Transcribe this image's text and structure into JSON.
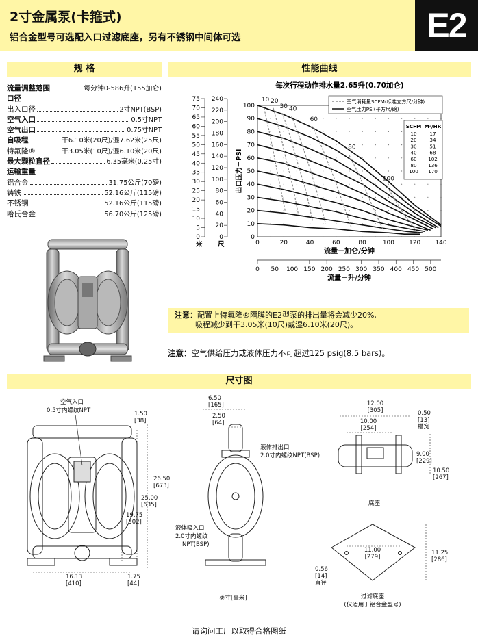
{
  "header": {
    "title": "2寸金属泵(卡箍式)",
    "subtitle": "铝合金型号可选配入口过滤底座，另有不锈钢中间体可选",
    "badge": "E2"
  },
  "sections": {
    "specs": "规 格",
    "performance": "性能曲线",
    "dimensions": "尺寸图"
  },
  "specs": {
    "rows": [
      {
        "label": "流量调整范围",
        "value": "每分钟0-586升(155加仑)",
        "bold": true
      },
      {
        "label": "口径",
        "value": "",
        "bold": true,
        "heading": true
      },
      {
        "label": "出入口径",
        "value": "2寸NPT(BSP)",
        "bold": false
      },
      {
        "label": "空气入口",
        "value": "0.5寸NPT",
        "bold": true
      },
      {
        "label": "空气出口",
        "value": "0.75寸NPT",
        "bold": true
      },
      {
        "label": "自吸程",
        "value": "干6.10米(20尺)/湿7.62米(25尺)",
        "bold": true
      },
      {
        "label": "特氟隆®",
        "value": "干3.05米(10尺)/湿6.10米(20尺)",
        "bold": false
      },
      {
        "label": "最大颗粒直径",
        "value": "6.35毫米(0.25寸)",
        "bold": true
      },
      {
        "label": "运输重量",
        "value": "",
        "bold": true,
        "heading": true
      },
      {
        "label": "铝合金",
        "value": "31.75公斤(70磅)",
        "bold": false
      },
      {
        "label": "铸铁",
        "value": "52.16公斤(115磅)",
        "bold": false
      },
      {
        "label": "不锈钢",
        "value": "52.16公斤(115磅)",
        "bold": false
      },
      {
        "label": "哈氏合金",
        "value": "56.70公斤(125磅)",
        "bold": false
      }
    ]
  },
  "chart_data": {
    "type": "line",
    "title": "每次行程动作排水量2.65升(0.70加仑)",
    "xlabel": "流量－加仑/分钟",
    "x2label": "流量－升/分钟",
    "ylabel": "出口压力－PSI",
    "y_left_units_label": "米",
    "y_mid_units_label": "尺",
    "xlim": [
      0,
      140
    ],
    "ylim": [
      0,
      100
    ],
    "x_ticks": [
      0,
      20,
      40,
      60,
      80,
      100,
      120,
      140
    ],
    "y_ticks": [
      0,
      10,
      20,
      30,
      40,
      50,
      60,
      70,
      80,
      90,
      100
    ],
    "x2_ticks": [
      0,
      50,
      100,
      150,
      200,
      250,
      300,
      350,
      400,
      450,
      500
    ],
    "y_meter_ticks": [
      0,
      5,
      10,
      15,
      20,
      25,
      30,
      35,
      40,
      45,
      50,
      55,
      60,
      65,
      70,
      75
    ],
    "y_feet_ticks": [
      0,
      20,
      40,
      60,
      80,
      100,
      120,
      140,
      160,
      180,
      200,
      220,
      240
    ],
    "legend": {
      "air_consumption": "空气消耗量SCFM(标准立方尺/分钟)",
      "air_pressure": "空气压力PSI(平方尺/磅)"
    },
    "scfm_table": {
      "headers": [
        "SCFM",
        "M³/HR"
      ],
      "rows": [
        [
          "10",
          "17"
        ],
        [
          "20",
          "34"
        ],
        [
          "30",
          "51"
        ],
        [
          "40",
          "68"
        ],
        [
          "60",
          "102"
        ],
        [
          "80",
          "136"
        ],
        [
          "100",
          "170"
        ]
      ]
    },
    "scfm_labels": [
      {
        "text": "10",
        "x": 6,
        "y": 102
      },
      {
        "text": "20",
        "x": 13,
        "y": 101
      },
      {
        "text": "30",
        "x": 20,
        "y": 97
      },
      {
        "text": "40",
        "x": 27,
        "y": 95
      },
      {
        "text": "60",
        "x": 43,
        "y": 87
      },
      {
        "text": "80",
        "x": 72,
        "y": 66
      },
      {
        "text": "100",
        "x": 100,
        "y": 42
      }
    ],
    "pressure_series": [
      {
        "x": [
          0,
          20,
          40,
          60,
          80,
          100,
          120,
          140
        ],
        "y": [
          100,
          93,
          84,
          73,
          59,
          42,
          24,
          9
        ]
      },
      {
        "x": [
          0,
          20,
          40,
          60,
          80,
          100,
          120,
          140
        ],
        "y": [
          90,
          84,
          76,
          66,
          53,
          37,
          21,
          8
        ]
      },
      {
        "x": [
          0,
          20,
          40,
          60,
          80,
          100,
          120,
          138
        ],
        "y": [
          80,
          75,
          67,
          58,
          46,
          32,
          18,
          7
        ]
      },
      {
        "x": [
          0,
          20,
          40,
          60,
          80,
          100,
          120,
          136
        ],
        "y": [
          70,
          65,
          58,
          50,
          40,
          27,
          15,
          7
        ]
      },
      {
        "x": [
          0,
          20,
          40,
          60,
          80,
          100,
          120,
          134
        ],
        "y": [
          60,
          56,
          49,
          42,
          33,
          23,
          13,
          6
        ]
      },
      {
        "x": [
          0,
          20,
          40,
          60,
          80,
          100,
          120,
          132
        ],
        "y": [
          50,
          46,
          40,
          34,
          27,
          18,
          10,
          5
        ]
      },
      {
        "x": [
          0,
          20,
          40,
          60,
          80,
          100,
          118,
          130
        ],
        "y": [
          40,
          36,
          31,
          26,
          20,
          13,
          8,
          5
        ]
      },
      {
        "x": [
          0,
          20,
          40,
          60,
          80,
          100,
          116,
          128
        ],
        "y": [
          30,
          27,
          23,
          19,
          14,
          9,
          6,
          4
        ]
      },
      {
        "x": [
          0,
          20,
          40,
          60,
          80,
          100,
          114,
          126
        ],
        "y": [
          20,
          18,
          15,
          12,
          9,
          6,
          4,
          3
        ]
      },
      {
        "x": [
          0,
          20,
          40,
          60,
          80,
          100,
          112,
          124
        ],
        "y": [
          10,
          9,
          7,
          6,
          4,
          3,
          2,
          2
        ]
      }
    ],
    "scfm_series": [
      {
        "name": "10",
        "x": [
          5,
          9,
          13,
          17,
          21
        ],
        "y": [
          98,
          80,
          60,
          40,
          20
        ]
      },
      {
        "name": "20",
        "x": [
          12,
          17,
          22,
          27,
          31
        ],
        "y": [
          98,
          80,
          58,
          38,
          18
        ]
      },
      {
        "name": "30",
        "x": [
          19,
          25,
          31,
          37,
          42
        ],
        "y": [
          94,
          76,
          55,
          35,
          12
        ]
      },
      {
        "name": "40",
        "x": [
          26,
          33,
          40,
          46,
          52
        ],
        "y": [
          92,
          73,
          52,
          32,
          10
        ]
      },
      {
        "name": "60",
        "x": [
          42,
          50,
          58,
          65,
          72
        ],
        "y": [
          84,
          66,
          46,
          26,
          6
        ]
      },
      {
        "name": "80",
        "x": [
          70,
          77,
          84,
          90,
          96
        ],
        "y": [
          62,
          48,
          32,
          18,
          5
        ]
      },
      {
        "name": "100",
        "x": [
          99,
          105,
          111,
          117,
          122
        ],
        "y": [
          38,
          28,
          18,
          10,
          3
        ]
      }
    ]
  },
  "notes": {
    "note1_label": "注意：",
    "note1_line1": "配置上特氟隆®隔膜的E2型泵的排出量将会减少20%,",
    "note1_line2": "吸程减少到干3.05米(10尺)或湿6.10米(20尺)。",
    "note2_label": "注意：",
    "note2_text": "空气供给压力或液体压力不可超过125 psig(8.5 bars)。"
  },
  "dimensions": {
    "air_inlet": "空气入口",
    "air_inlet_thread": "0.5寸内螺纹NPT",
    "d_150": "1.50",
    "d_150_mm": "[38]",
    "d_2650": "26.50",
    "d_2650_mm": "[673]",
    "d_2500": "25.00",
    "d_2500_mm": "[635]",
    "d_1975": "19.75",
    "d_1975_mm": "[502]",
    "d_1613": "16.13",
    "d_1613_mm": "[410]",
    "d_175": "1.75",
    "d_175_mm": "[44]",
    "d_650": "6.50",
    "d_650_mm": "[165]",
    "d_250": "2.50",
    "d_250_mm": "[64]",
    "outlet": "液体排出口",
    "outlet_thread": "2.0寸内螺纹NPT(BSP)",
    "inlet": "液体吸入口",
    "inlet_thread": "2.0寸内螺纹",
    "inlet_thread2": "NPT(BSP)",
    "units_note": "英寸[毫米]",
    "d_1200": "12.00",
    "d_1200_mm": "[305]",
    "d_1000": "10.00",
    "d_1000_mm": "[254]",
    "d_050": "0.50",
    "d_050_mm": "[13]",
    "slot_width": "槽宽",
    "d_900": "9.00",
    "d_900_mm": "[229]",
    "d_1050": "10.50",
    "d_1050_mm": "[267]",
    "base": "底座",
    "d_1100": "11.00",
    "d_1100_mm": "[279]",
    "d_1125": "11.25",
    "d_1125_mm": "[286]",
    "d_056": "0.56",
    "d_056_mm": "[14]",
    "diameter": "直径",
    "filter_base": "过滤底座",
    "filter_base_note": "(仅适用于铝合金型号)"
  },
  "footer": "请询问工厂以取得合格图纸"
}
